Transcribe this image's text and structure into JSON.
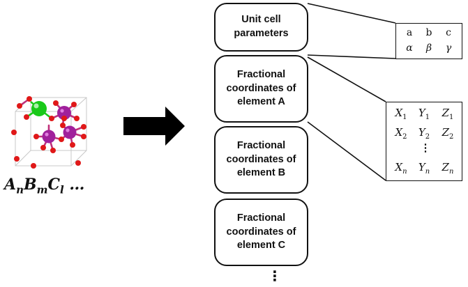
{
  "boxes": [
    {
      "id": "unit-cell",
      "label": "Unit cell\nparameters"
    },
    {
      "id": "element-a",
      "label": "Fractional\ncoordinates of\nelement A"
    },
    {
      "id": "element-b",
      "label": "Fractional\ncoordinates of\nelement B"
    },
    {
      "id": "element-c",
      "label": "Fractional\ncoordinates of\nelement C"
    }
  ],
  "continuation": "⋮",
  "formula": {
    "a": "A",
    "n": "n",
    "b": "B",
    "m": "m",
    "c": "C",
    "l": "l",
    "ellipsis": " …"
  },
  "lattice_table": {
    "row1": [
      "a",
      "b",
      "c"
    ],
    "row2": [
      "α",
      "β",
      "γ"
    ]
  },
  "coord_table": {
    "row1": [
      [
        "X",
        "1"
      ],
      [
        "Y",
        "1"
      ],
      [
        "Z",
        "1"
      ]
    ],
    "row2": [
      [
        "X",
        "2"
      ],
      [
        "Y",
        "2"
      ],
      [
        "Z",
        "2"
      ]
    ],
    "dots": "⋮",
    "rown": [
      [
        "X",
        "n"
      ],
      [
        "Y",
        "n"
      ],
      [
        "Z",
        "n"
      ]
    ]
  },
  "colors": {
    "outline": "#111111",
    "arrow": "#000000",
    "atom_red": "#e01818",
    "atom_green": "#19c919",
    "atom_purple": "#a0209c",
    "bond_magenta": "#c0307a",
    "cell_edge": "#c8c8c8"
  }
}
